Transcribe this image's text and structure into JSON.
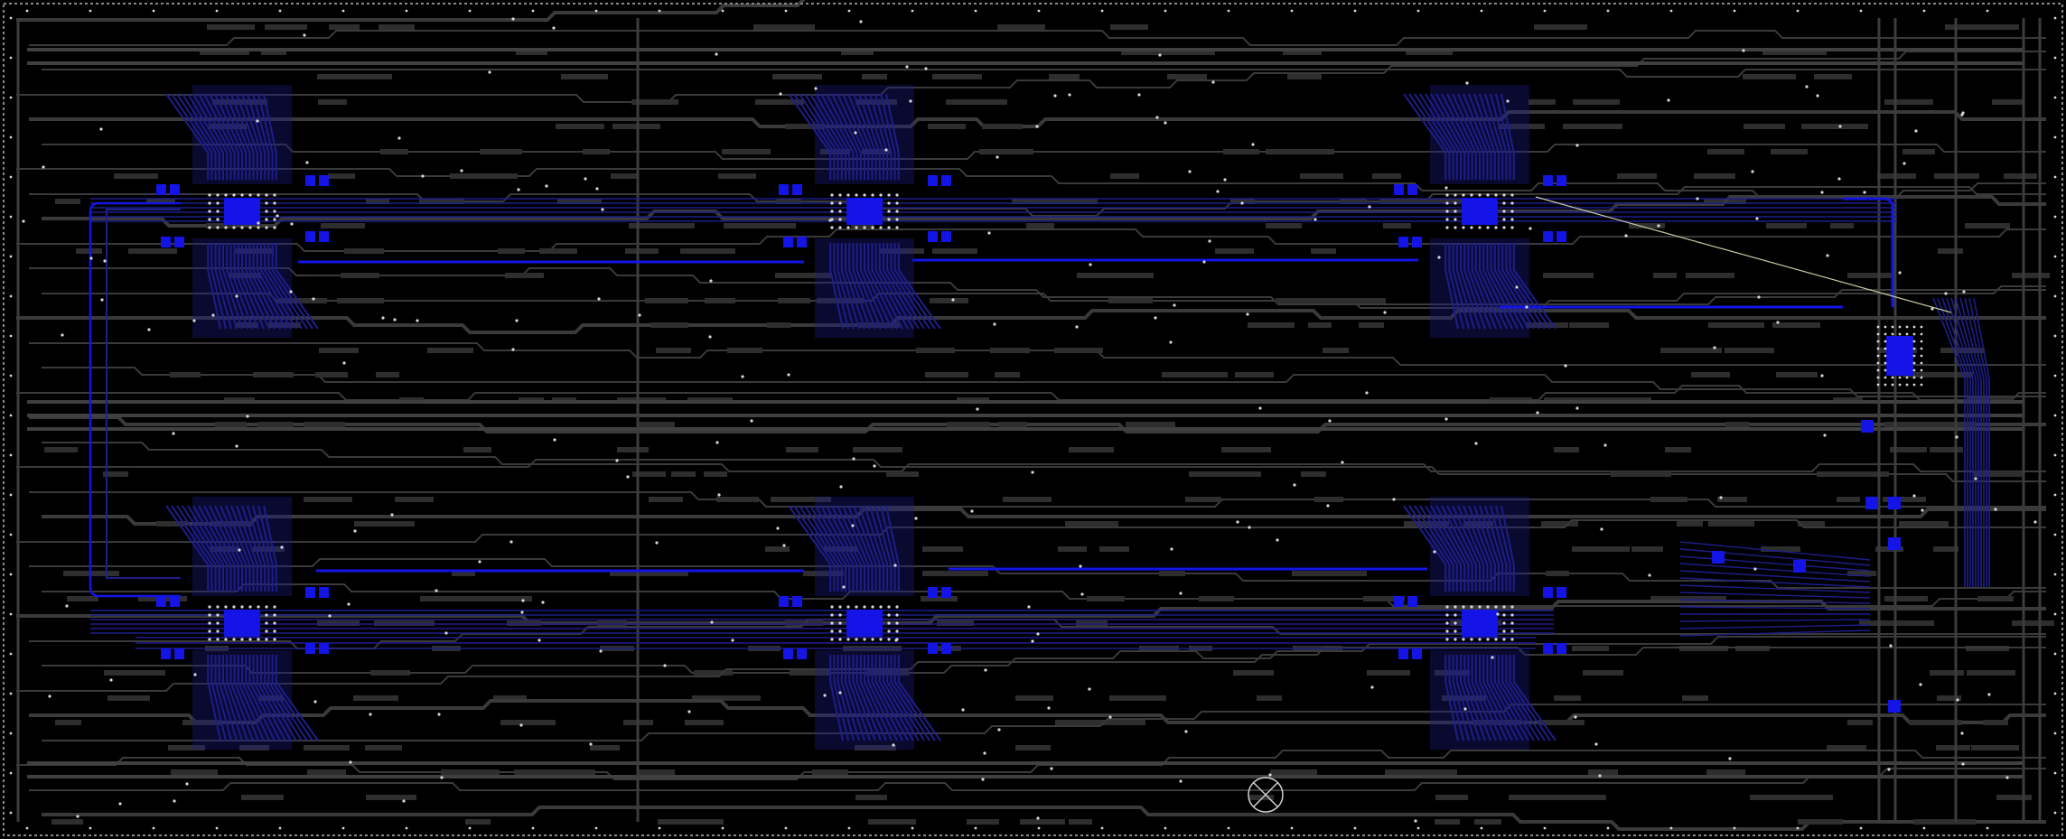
{
  "colors": {
    "background": "#000000",
    "board_outline": "#8a8a8a",
    "bottom_trace": "#3a3a3a",
    "top_copper": "#1414e6",
    "top_copper_dim": "#1e1e8c",
    "via": "#d8d8d8",
    "silk": "#c8c8a0",
    "fiducial": "#d0d0d0"
  },
  "board": {
    "top_row_chip_count": 3,
    "bottom_row_chip_count": 3,
    "controller_count": 1
  },
  "icons": {
    "fiducial": "fiducial-icon",
    "via": "via-icon"
  }
}
